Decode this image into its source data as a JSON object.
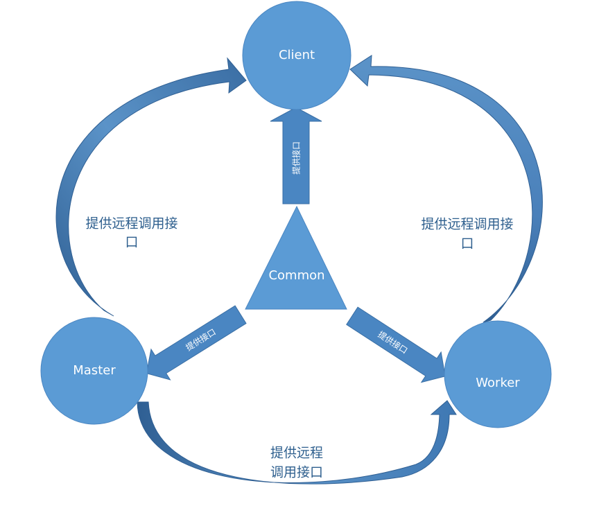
{
  "nodes": {
    "client": "Client",
    "master": "Master",
    "worker": "Worker",
    "common": "Common"
  },
  "arrows": {
    "common_to_client": "提供接口",
    "common_to_master": "提供接口",
    "common_to_worker": "提供接口"
  },
  "edges": {
    "master_to_client": [
      "提供远程调用接",
      "口"
    ],
    "worker_to_client": [
      "提供远程调用接",
      "口"
    ],
    "master_to_worker": [
      "提供远程",
      "调用接口"
    ]
  },
  "colors": {
    "node_fill": "#5b9bd5",
    "arrow_fill": "#4a86c2",
    "curve_light": "#6fa6d8",
    "curve_dark": "#2f5f93",
    "label_text": "#2e5f8e"
  }
}
